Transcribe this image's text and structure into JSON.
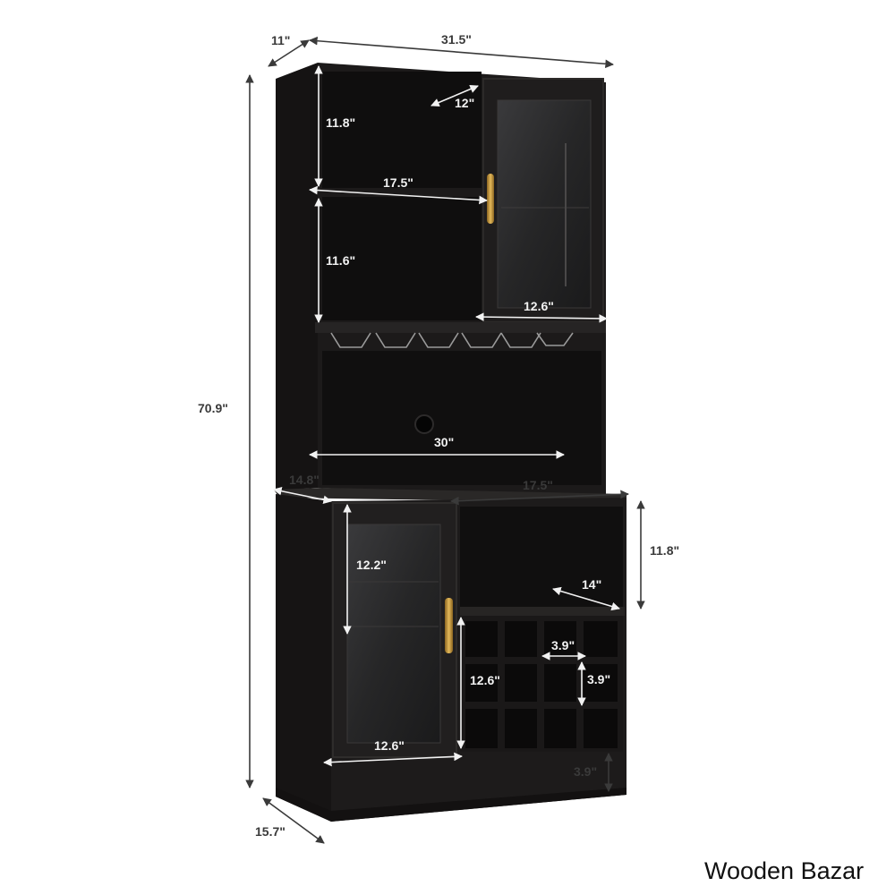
{
  "colors": {
    "cabinet": "#1c1a1a",
    "cabinet_dark": "#0f0e0e",
    "cabinet_edge": "#2c2a29",
    "glass": "#2a2a2b",
    "handle": "#c89a3c",
    "dim_dark": "#3a3a3a",
    "dim_light": "#f2f2f2"
  },
  "dimensions": {
    "depth_top": "11\"",
    "width_total": "31.5\"",
    "height_total": "70.9\"",
    "shelf1_height": "11.8\"",
    "shelf_depth_top": "12\"",
    "shelf_width_top": "17.5\"",
    "shelf2_height": "11.6\"",
    "glass_door_width_top": "12.6\"",
    "middle_width": "30\"",
    "side_depth": "14.8\"",
    "lower_shelf_width": "17.5\"",
    "lower_shelf_height": "11.8\"",
    "lower_shelf_depth": "14\"",
    "lower_door_height": "12.2\"",
    "wine_cube_width": "3.9\"",
    "wine_cube_height": "3.9\"",
    "wine_rack_height": "12.6\"",
    "lower_door_width": "12.6\"",
    "base_height": "3.9\"",
    "base_depth": "15.7\""
  },
  "watermark": "Wooden Bazar"
}
